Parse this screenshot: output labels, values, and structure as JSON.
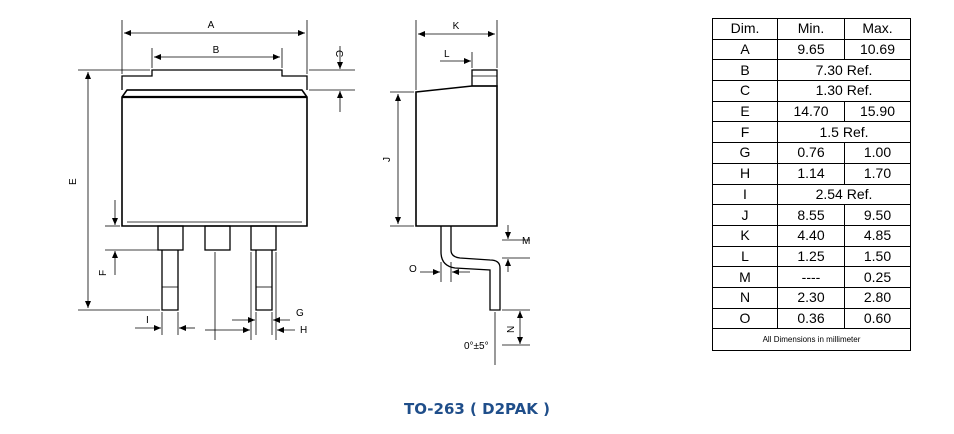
{
  "caption": "TO-263 ( D2PAK )",
  "caption_color": "#1f4e8a",
  "diagram_labels": {
    "A": "A",
    "B": "B",
    "C": "C",
    "E": "E",
    "F": "F",
    "G": "G",
    "H": "H",
    "I": "I",
    "J": "J",
    "K": "K",
    "L": "L",
    "M": "M",
    "N": "N",
    "O": "O",
    "angle": "0°±5°"
  },
  "table": {
    "headers": [
      "Dim.",
      "Min.",
      "Max."
    ],
    "rows": [
      {
        "dim": "A",
        "min": "9.65",
        "max": "10.69"
      },
      {
        "dim": "B",
        "ref": "7.30  Ref."
      },
      {
        "dim": "C",
        "ref": "1.30  Ref."
      },
      {
        "dim": "E",
        "min": "14.70",
        "max": "15.90"
      },
      {
        "dim": "F",
        "ref": "1.5  Ref."
      },
      {
        "dim": "G",
        "min": "0.76",
        "max": "1.00"
      },
      {
        "dim": "H",
        "min": "1.14",
        "max": "1.70"
      },
      {
        "dim": "I",
        "ref": "2.54  Ref."
      },
      {
        "dim": "J",
        "min": "8.55",
        "max": "9.50"
      },
      {
        "dim": "K",
        "min": "4.40",
        "max": "4.85"
      },
      {
        "dim": "L",
        "min": "1.25",
        "max": "1.50"
      },
      {
        "dim": "M",
        "min": "----",
        "max": "0.25"
      },
      {
        "dim": "N",
        "min": "2.30",
        "max": "2.80"
      },
      {
        "dim": "O",
        "min": "0.36",
        "max": "0.60"
      }
    ],
    "footer": "All Dimensions in millimeter"
  }
}
